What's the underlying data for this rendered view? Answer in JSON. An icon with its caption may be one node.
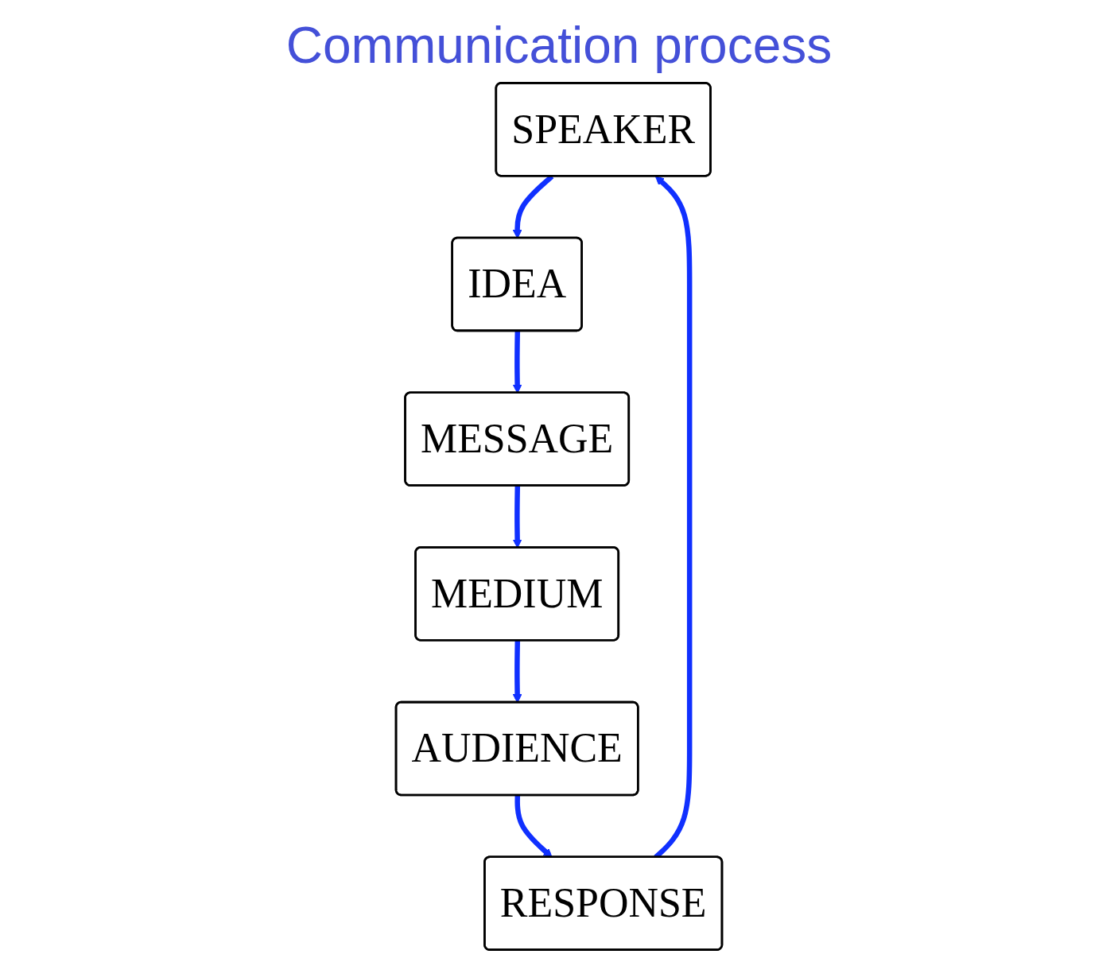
{
  "diagram": {
    "nodes": [
      {
        "text": [
          "SPEAKER"
        ]
      },
      {
        "text": [
          "IDEA"
        ]
      },
      {
        "text": [
          "MESSAGE"
        ]
      },
      {
        "text": [
          "MEDIUM"
        ]
      },
      {
        "text": [
          "AUDIENCE"
        ]
      },
      {
        "text": [
          "RESPONSE"
        ]
      }
    ],
    "edges": [
      {
        "from": 0,
        "to": 1,
        "arrow": "to"
      },
      {
        "from": 1,
        "to": 2,
        "arrow": "to"
      },
      {
        "from": 2,
        "to": 3,
        "arrow": "to"
      },
      {
        "from": 3,
        "to": 4,
        "arrow": "to"
      },
      {
        "from": 4,
        "to": 5,
        "arrow": "to"
      },
      {
        "from": 5,
        "to": 0,
        "arrow": "to"
      }
    ],
    "labels": [
      "Communication process"
    ]
  }
}
